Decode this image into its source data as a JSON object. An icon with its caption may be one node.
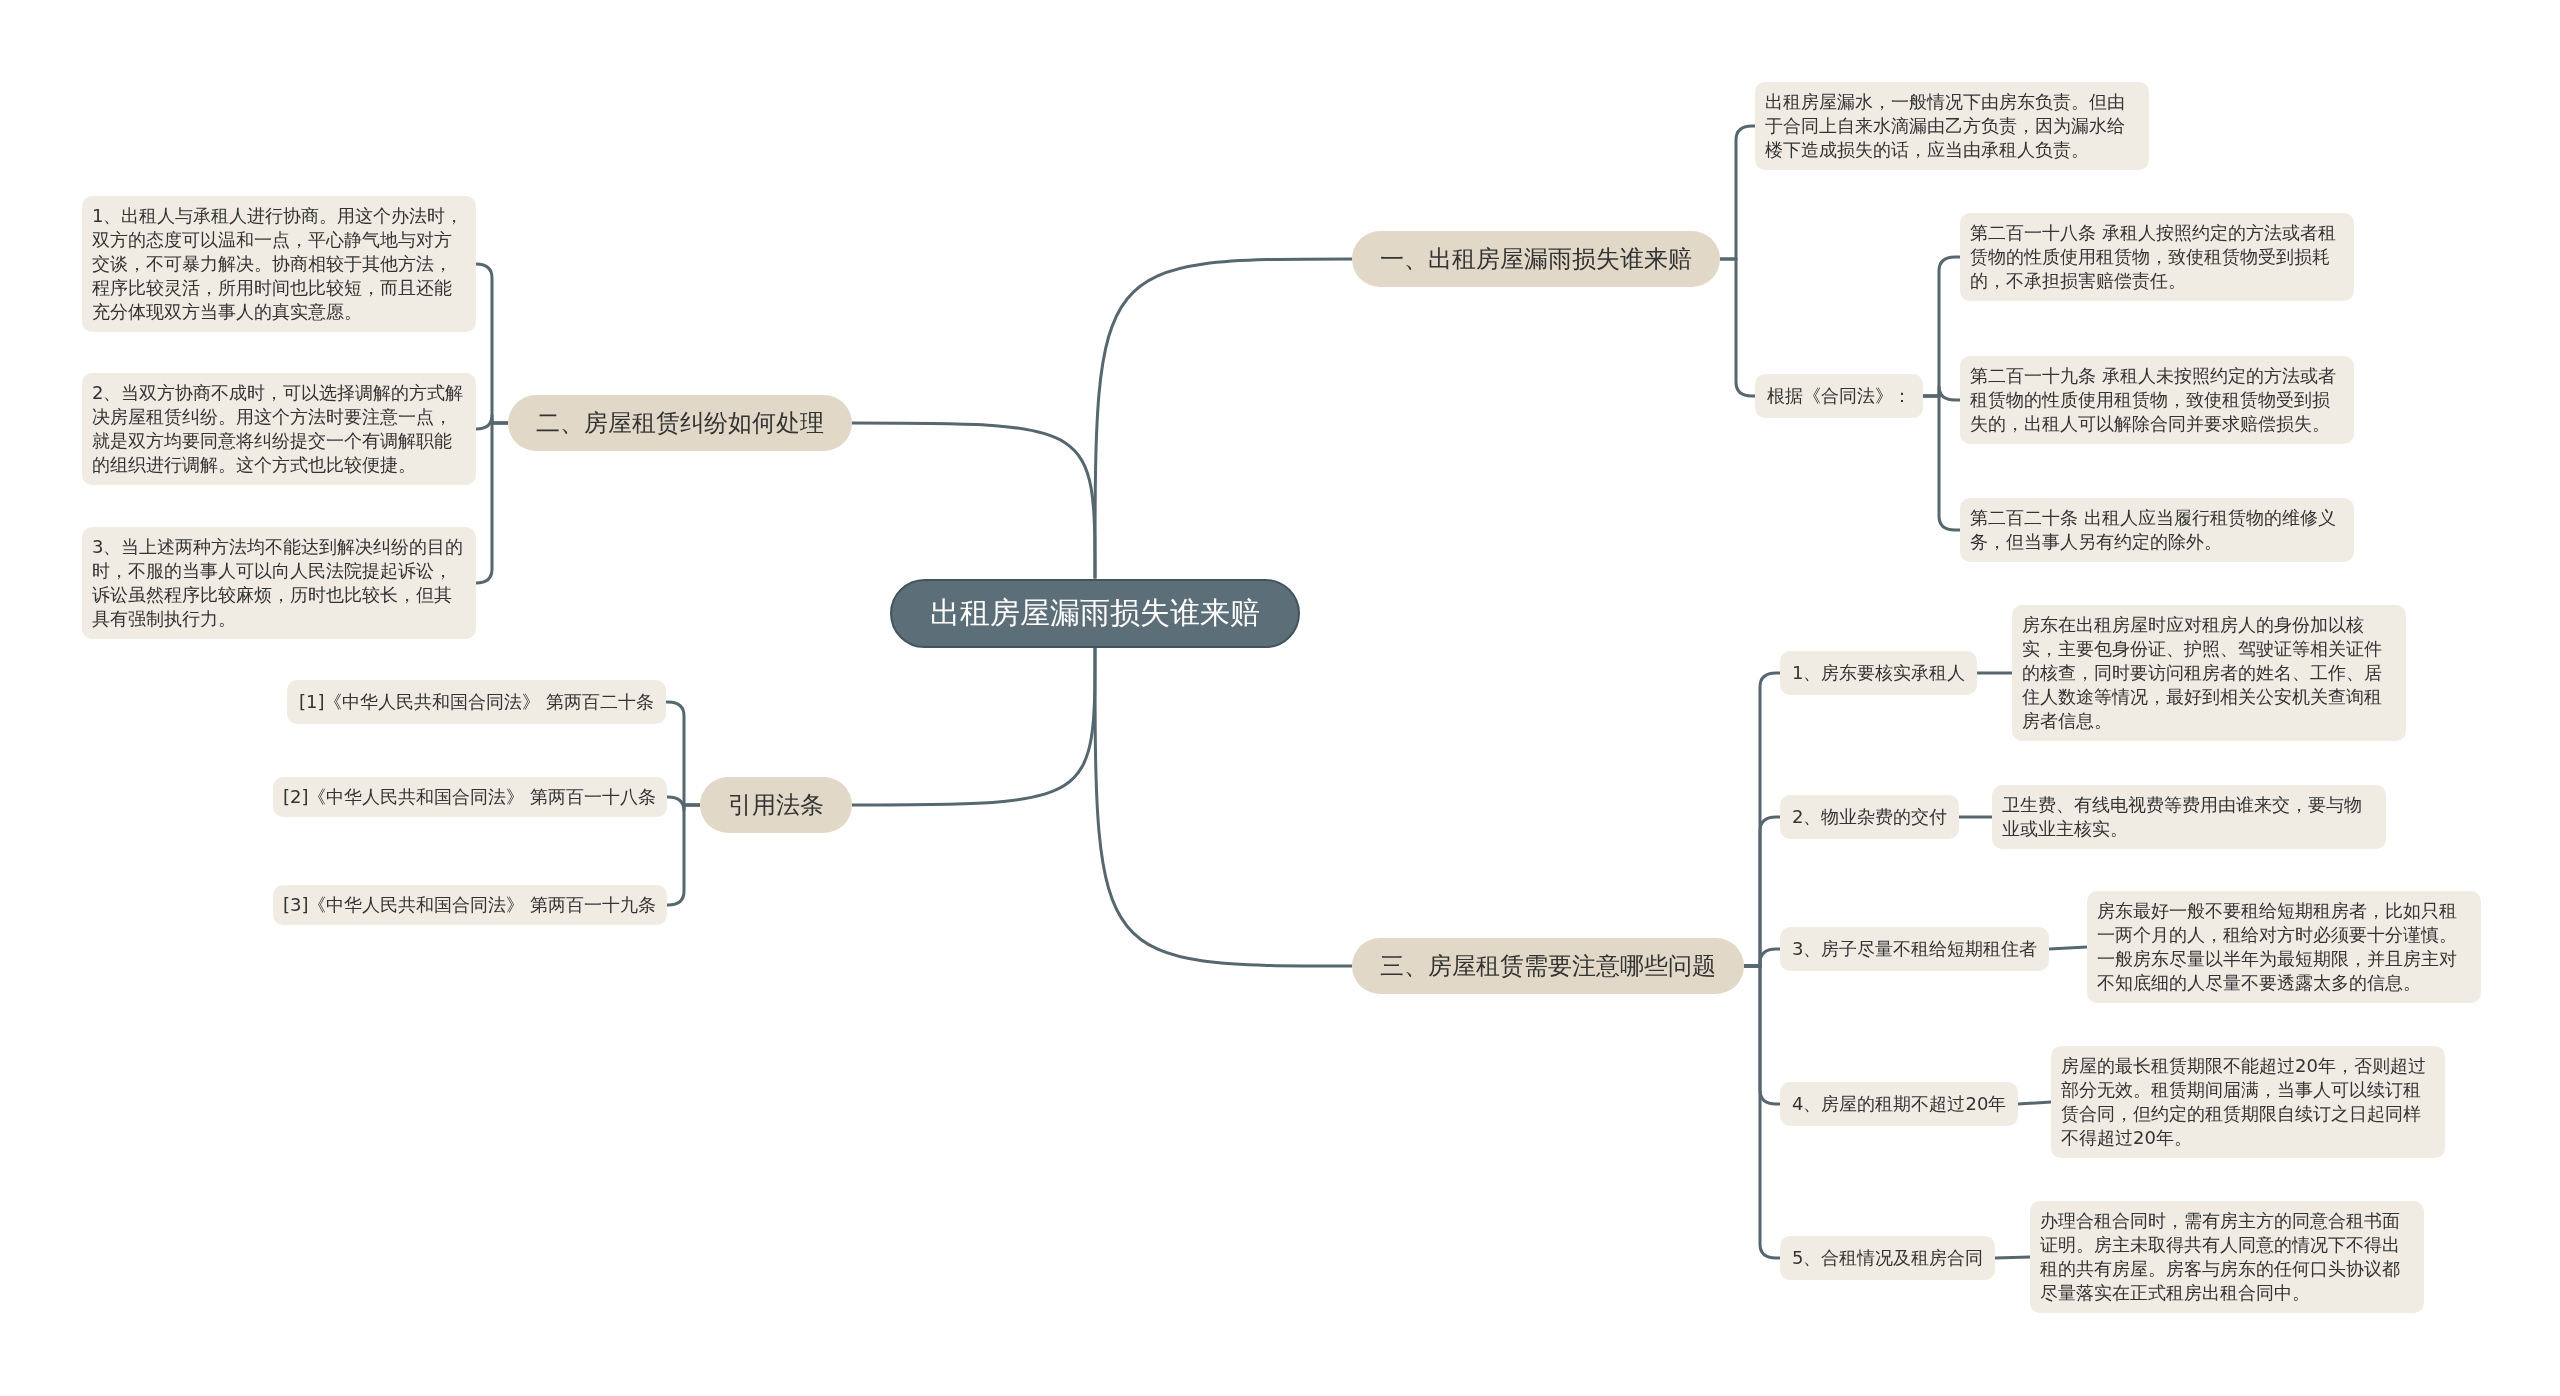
{
  "diagram": {
    "nodes": [
      {
        "text": [
          "出租房屋漏雨损失谁来赔"
        ]
      },
      {
        "text": [
          "一、出租房屋漏雨损失谁来赔"
        ]
      },
      {
        "text": [
          "出租房屋漏水，一般情况下由房东负责。但由于合同上自来水滴漏由乙方负责，因为漏水给楼下造成损失的话，应当由承租人负责。"
        ]
      },
      {
        "text": [
          "根据《合同法》："
        ]
      },
      {
        "text": [
          "第二百一十八条 承租人按照约定的方法或者租赁物的性质使用租赁物，致使租赁物受到损耗的，不承担损害赔偿责任。"
        ]
      },
      {
        "text": [
          "第二百一十九条 承租人未按照约定的方法或者租赁物的性质使用租赁物，致使租赁物受到损失的，出租人可以解除合同并要求赔偿损失。"
        ]
      },
      {
        "text": [
          "第二百二十条 出租人应当履行租赁物的维修义务，但当事人另有约定的除外。"
        ]
      },
      {
        "text": [
          "二、房屋租赁纠纷如何处理"
        ]
      },
      {
        "text": [
          "1、出租人与承租人进行协商。用这个办法时，双方的态度可以温和一点，平心静气地与对方交谈，不可暴力解决。协商相较于其他方法，程序比较灵活，所用时间也比较短，而且还能充分体现双方当事人的真实意愿。"
        ]
      },
      {
        "text": [
          "2、当双方协商不成时，可以选择调解的方式解决房屋租赁纠纷。用这个方法时要注意一点，就是双方均要同意将纠纷提交一个有调解职能的组织进行调解。这个方式也比较便捷。"
        ]
      },
      {
        "text": [
          "3、当上述两种方法均不能达到解决纠纷的目的时，不服的当事人可以向人民法院提起诉讼，诉讼虽然程序比较麻烦，历时也比较长，但其具有强制执行力。"
        ]
      },
      {
        "text": [
          "引用法条"
        ]
      },
      {
        "text": [
          "[1]《中华人民共和国合同法》 第两百二十条"
        ]
      },
      {
        "text": [
          "[2]《中华人民共和国合同法》 第两百一十八条"
        ]
      },
      {
        "text": [
          "[3]《中华人民共和国合同法》 第两百一十九条"
        ]
      },
      {
        "text": [
          "三、房屋租赁需要注意哪些问题"
        ]
      },
      {
        "text": [
          "1、房东要核实承租人"
        ]
      },
      {
        "text": [
          "房东在出租房屋时应对租房人的身份加以核实，主要包身份证、护照、驾驶证等相关证件的核查，同时要访问租房者的姓名、工作、居住人数途等情况，最好到相关公安机关查询租房者信息。"
        ]
      },
      {
        "text": [
          "2、物业杂费的交付"
        ]
      },
      {
        "text": [
          "卫生费、有线电视费等费用由谁来交，要与物业或业主核实。"
        ]
      },
      {
        "text": [
          "3、房子尽量不租给短期租住者"
        ]
      },
      {
        "text": [
          "房东最好一般不要租给短期租房者，比如只租一两个月的人，租给对方时必须要十分谨慎。一般房东尽量以半年为最短期限，并且房主对不知底细的人尽量不要透露太多的信息。"
        ]
      },
      {
        "text": [
          "4、房屋的租期不超过20年"
        ]
      },
      {
        "text": [
          "房屋的最长租赁期限不能超过20年，否则超过部分无效。租赁期间届满，当事人可以续订租赁合同，但约定的租赁期限自续订之日起同样不得超过20年。"
        ]
      },
      {
        "text": [
          "5、合租情况及租房合同"
        ]
      },
      {
        "text": [
          "办理合租合同时，需有房主方的同意合租书面证明。房主未取得共有人同意的情况下不得出租的共有房屋。房客与房东的任何口头协议都尽量落实在正式租房出租合同中。"
        ]
      }
    ],
    "edges": [
      {
        "from": 0,
        "to": 1,
        "arrow": "none"
      },
      {
        "from": 1,
        "to": 2,
        "arrow": "none"
      },
      {
        "from": 1,
        "to": 3,
        "arrow": "none"
      },
      {
        "from": 3,
        "to": 4,
        "arrow": "none"
      },
      {
        "from": 3,
        "to": 5,
        "arrow": "none"
      },
      {
        "from": 3,
        "to": 6,
        "arrow": "none"
      },
      {
        "from": 0,
        "to": 7,
        "arrow": "none"
      },
      {
        "from": 7,
        "to": 8,
        "arrow": "none"
      },
      {
        "from": 7,
        "to": 9,
        "arrow": "none"
      },
      {
        "from": 7,
        "to": 10,
        "arrow": "none"
      },
      {
        "from": 0,
        "to": 11,
        "arrow": "none"
      },
      {
        "from": 11,
        "to": 12,
        "arrow": "none"
      },
      {
        "from": 11,
        "to": 13,
        "arrow": "none"
      },
      {
        "from": 11,
        "to": 14,
        "arrow": "none"
      },
      {
        "from": 0,
        "to": 15,
        "arrow": "none"
      },
      {
        "from": 15,
        "to": 16,
        "arrow": "none"
      },
      {
        "from": 16,
        "to": 17,
        "arrow": "none"
      },
      {
        "from": 15,
        "to": 18,
        "arrow": "none"
      },
      {
        "from": 18,
        "to": 19,
        "arrow": "none"
      },
      {
        "from": 15,
        "to": 20,
        "arrow": "none"
      },
      {
        "from": 20,
        "to": 21,
        "arrow": "none"
      },
      {
        "from": 15,
        "to": 22,
        "arrow": "none"
      },
      {
        "from": 22,
        "to": 23,
        "arrow": "none"
      },
      {
        "from": 15,
        "to": 24,
        "arrow": "none"
      },
      {
        "from": 24,
        "to": 25,
        "arrow": "none"
      }
    ]
  }
}
